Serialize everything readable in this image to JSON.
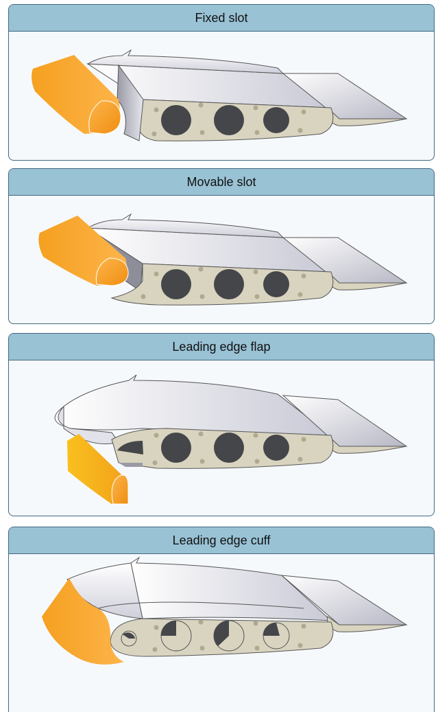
{
  "panels": [
    {
      "title": "Fixed slot"
    },
    {
      "title": "Movable slot"
    },
    {
      "title": "Leading edge flap"
    },
    {
      "title": "Leading edge cuff"
    }
  ],
  "colors": {
    "header_fill": "#99c2d5",
    "border": "#3f6780",
    "panel_bg": "#f6f9fc",
    "rib_fill": "#d9d4c0",
    "hole_fill": "#45464a",
    "skin": "#f1f1f6",
    "slat_orange": "#f7a21f",
    "flap_yellow": "#fbc21a"
  }
}
